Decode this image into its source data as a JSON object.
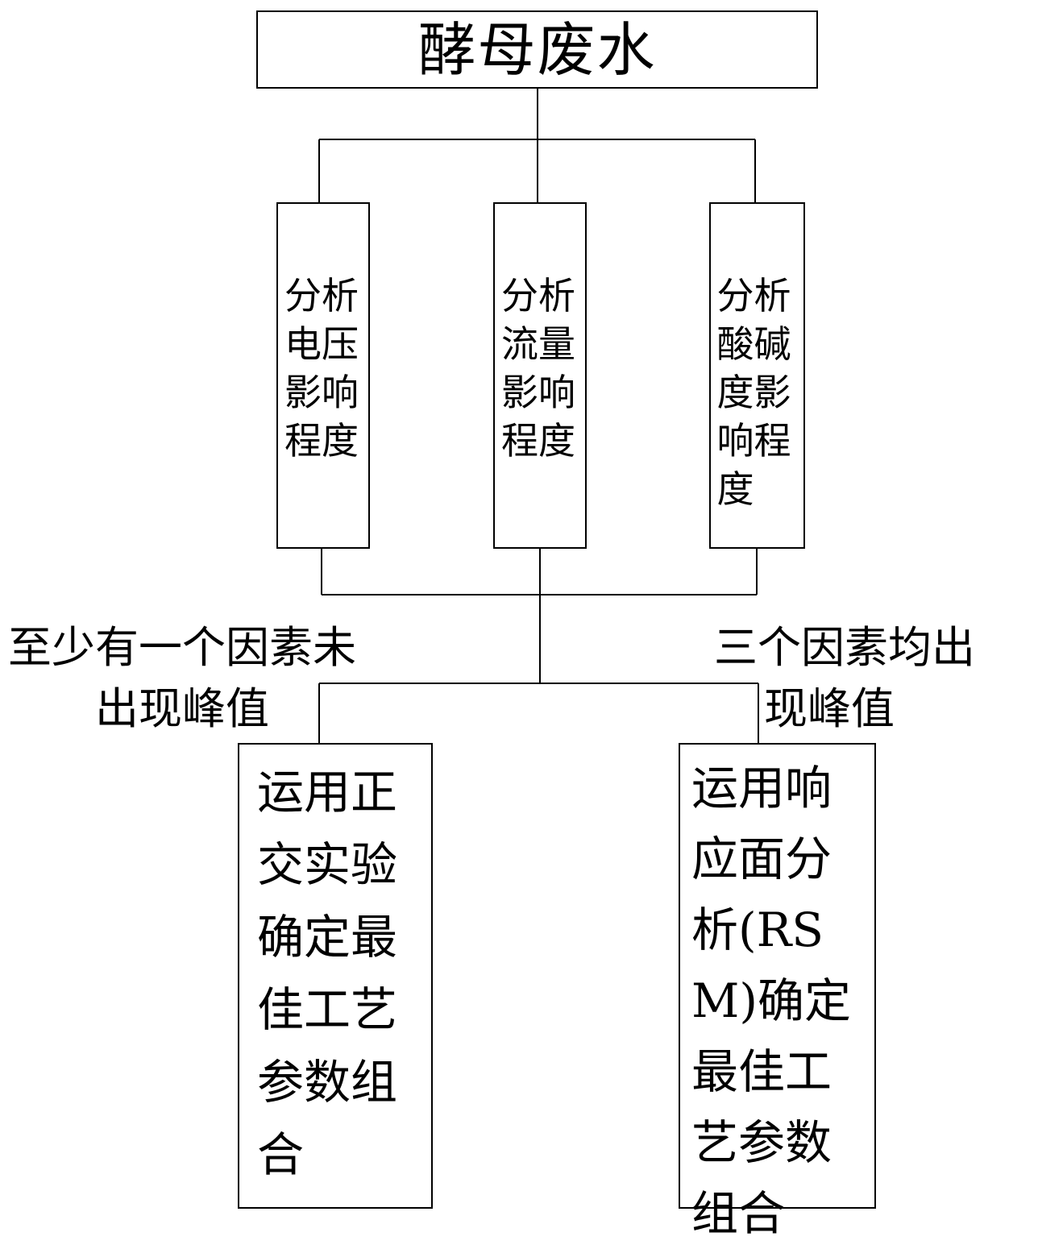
{
  "root": {
    "label": "酵母废水"
  },
  "factors": [
    {
      "label": "分析电压影响程度"
    },
    {
      "label": "分析流量影响程度"
    },
    {
      "label": "分析酸碱度影响程度"
    }
  ],
  "branches": {
    "left": {
      "condition_line1": "至少有一个因素未",
      "condition_line2": "出现峰值",
      "result": "运用正交实验确定最佳工艺参数组合"
    },
    "right": {
      "condition_line1": "三个因素均出",
      "condition_line2": "现峰值",
      "result": "运用响应面分析(RSM)确定最佳工艺参数组合"
    }
  },
  "colors": {
    "stroke": "#000000",
    "background": "#ffffff"
  }
}
